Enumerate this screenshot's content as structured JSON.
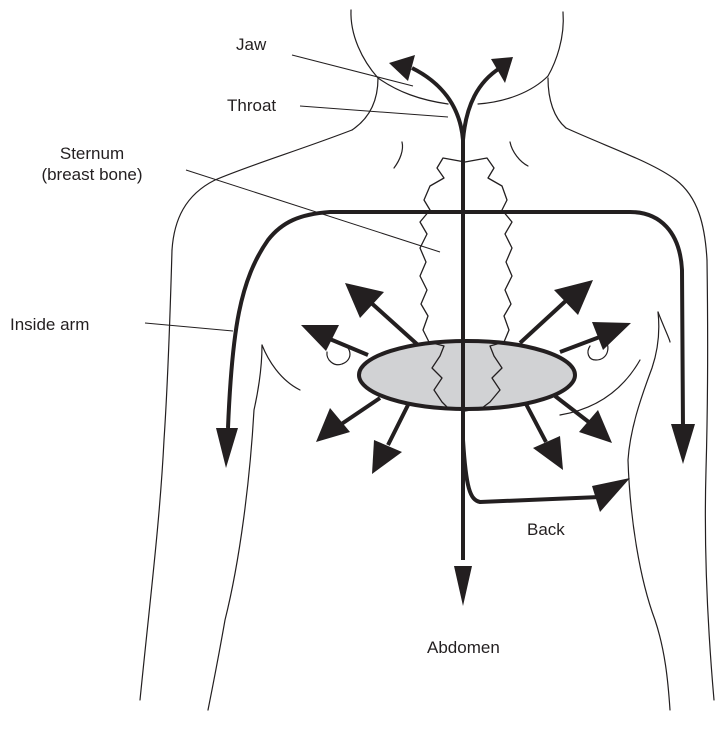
{
  "labels": {
    "jaw": "Jaw",
    "throat": "Throat",
    "sternum_line1": "Sternum",
    "sternum_line2": "(breast bone)",
    "inside_arm": "Inside arm",
    "back": "Back",
    "abdomen": "Abdomen"
  },
  "colors": {
    "ink": "#231f20",
    "pain_area_fill": "#d1d2d4",
    "background": "#ffffff"
  }
}
